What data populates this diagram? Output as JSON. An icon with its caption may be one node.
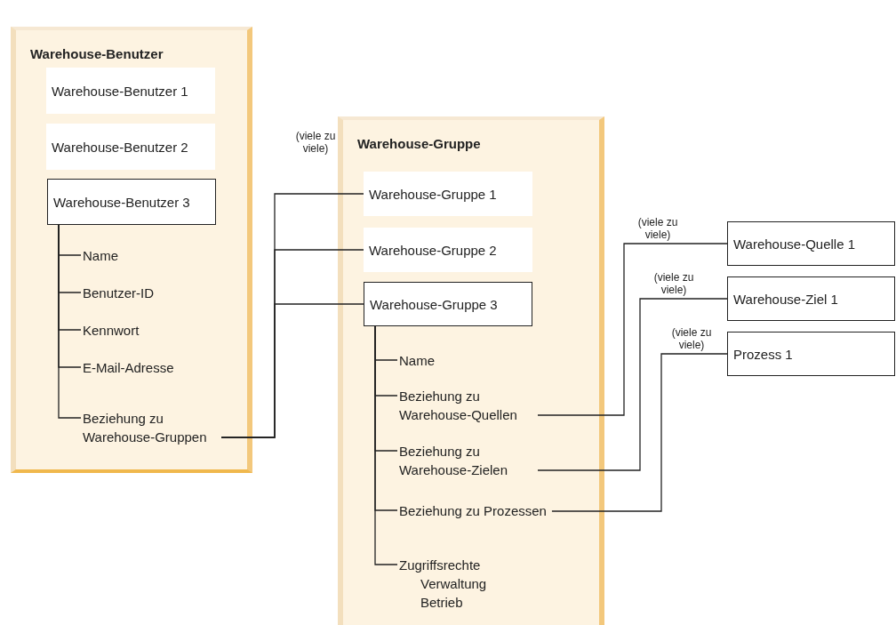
{
  "diagram": {
    "nodes": [
      {
        "text": [
          "Warehouse-Benutzer"
        ]
      },
      {
        "text": [
          "Warehouse-Benutzer 1"
        ],
        "in": 0
      },
      {
        "text": [
          "Warehouse-Benutzer 2"
        ],
        "in": 0
      },
      {
        "text": [
          "Warehouse-Benutzer 3"
        ],
        "in": 0
      },
      {
        "text": [
          "Name"
        ],
        "in": 0
      },
      {
        "text": [
          "Benutzer-ID"
        ],
        "in": 0
      },
      {
        "text": [
          "Kennwort"
        ],
        "in": 0
      },
      {
        "text": [
          "E-Mail-Adresse"
        ],
        "in": 0
      },
      {
        "text": [
          "Beziehung zu Warehouse-Gruppen"
        ],
        "in": 0
      },
      {
        "text": [
          "Warehouse-Gruppe"
        ]
      },
      {
        "text": [
          "Warehouse-Gruppe 1"
        ],
        "in": 9
      },
      {
        "text": [
          "Warehouse-Gruppe 2"
        ],
        "in": 9
      },
      {
        "text": [
          "Warehouse-Gruppe 3"
        ],
        "in": 9
      },
      {
        "text": [
          "Name"
        ],
        "in": 9
      },
      {
        "text": [
          "Beziehung zu Warehouse-Quellen"
        ],
        "in": 9
      },
      {
        "text": [
          "Beziehung zu Warehouse-Zielen"
        ],
        "in": 9
      },
      {
        "text": [
          "Beziehung zu Prozessen"
        ],
        "in": 9
      },
      {
        "text": [
          "Zugriffsrechte",
          "Verwaltung",
          "Betrieb"
        ],
        "in": 9
      },
      {
        "text": [
          "Warehouse-Quelle 1"
        ]
      },
      {
        "text": [
          "Warehouse-Ziel 1"
        ]
      },
      {
        "text": [
          "Prozess 1"
        ]
      }
    ],
    "edges": [
      {
        "from": 3,
        "to": 4,
        "arrow": "none"
      },
      {
        "from": 3,
        "to": 5,
        "arrow": "none"
      },
      {
        "from": 3,
        "to": 6,
        "arrow": "none"
      },
      {
        "from": 3,
        "to": 7,
        "arrow": "none"
      },
      {
        "from": 3,
        "to": 8,
        "arrow": "none"
      },
      {
        "from": 8,
        "to": 10,
        "arrow": "none",
        "label": "(viele zu viele)"
      },
      {
        "from": 8,
        "to": 11,
        "arrow": "none"
      },
      {
        "from": 8,
        "to": 12,
        "arrow": "none"
      },
      {
        "from": 12,
        "to": 13,
        "arrow": "none"
      },
      {
        "from": 12,
        "to": 14,
        "arrow": "none"
      },
      {
        "from": 12,
        "to": 15,
        "arrow": "none"
      },
      {
        "from": 12,
        "to": 16,
        "arrow": "none"
      },
      {
        "from": 12,
        "to": 17,
        "arrow": "none"
      },
      {
        "from": 14,
        "to": 18,
        "arrow": "none",
        "label": "(viele zu viele)"
      },
      {
        "from": 15,
        "to": 19,
        "arrow": "none",
        "label": "(viele zu viele)"
      },
      {
        "from": 16,
        "to": 20,
        "arrow": "none",
        "label": "(viele zu viele)"
      }
    ]
  }
}
